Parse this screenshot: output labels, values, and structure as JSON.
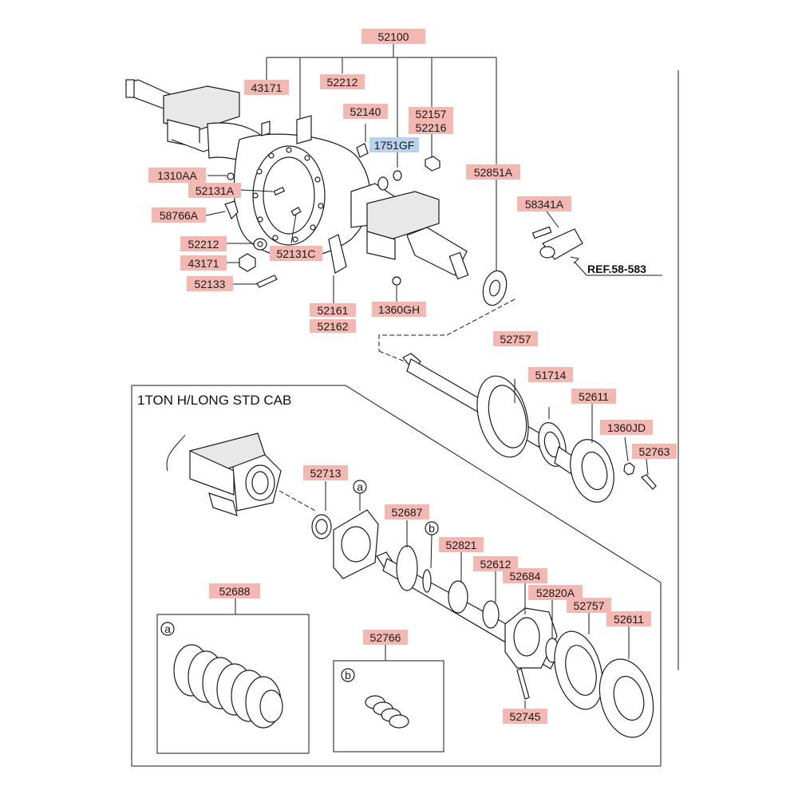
{
  "main_part": "52100",
  "section_title": "1TON H/LONG STD CAB",
  "reference": "REF.58-583",
  "highlight_color": "#f3b8b2",
  "selected_color": "#b9d3ee",
  "labels": {
    "l43171_top": "43171",
    "l52212_top": "52212",
    "l52140": "52140",
    "l52157": "52157",
    "l52216": "52216",
    "l1751GF": "1751GF",
    "l52851A": "52851A",
    "l1310AA": "1310AA",
    "l52131A": "52131A",
    "l58766A": "58766A",
    "l58341A": "58341A",
    "l52212_left": "52212",
    "l43171_left": "43171",
    "l52131C": "52131C",
    "l52133": "52133",
    "l52161": "52161",
    "l52162": "52162",
    "l1360GH": "1360GH",
    "l52757_top": "52757",
    "l51714": "51714",
    "l52611_top": "52611",
    "l1360JD": "1360JD",
    "l52763": "52763",
    "l52713": "52713",
    "l52687": "52687",
    "l52821": "52821",
    "l52612": "52612",
    "l52684": "52684",
    "l52820A": "52820A",
    "l52757_bot": "52757",
    "l52611_bot": "52611",
    "l52688": "52688",
    "l52766": "52766",
    "l52745": "52745"
  },
  "callouts": {
    "a": "a",
    "b": "b"
  }
}
